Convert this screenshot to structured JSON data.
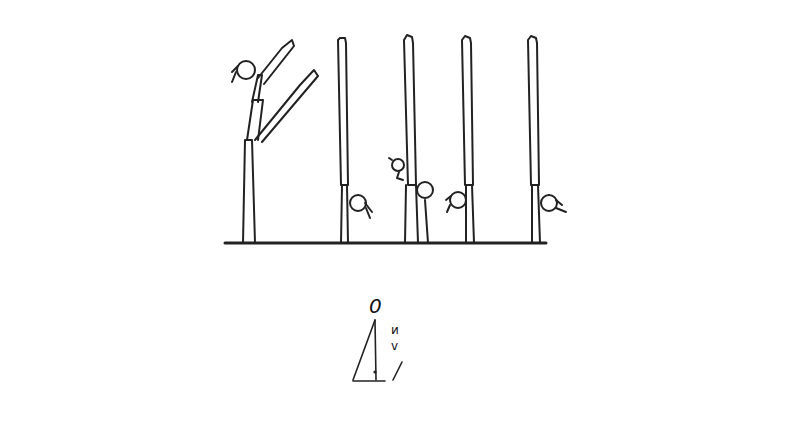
{
  "diagram": {
    "labels": [
      "0",
      "и",
      "v"
    ]
  }
}
